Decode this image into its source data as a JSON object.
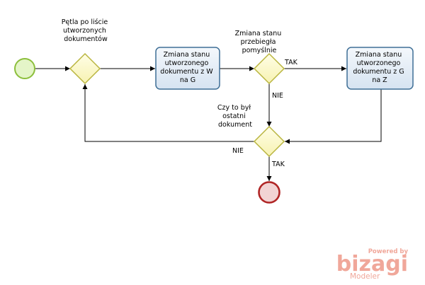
{
  "diagram": {
    "gateway_loop_label": [
      "Pętla po liście",
      "utworzonych",
      "dokumentów"
    ],
    "task1_lines": [
      "Zmiana stanu",
      "utworzonego",
      "dokumentu z W",
      "na G"
    ],
    "gateway_success_label": [
      "Zmiana stanu",
      "przebiegła",
      "pomyślnie"
    ],
    "task2_lines": [
      "Zmiana stanu",
      "utworzonego",
      "dokumentu z G",
      "na Z"
    ],
    "gateway_last_label": [
      "Czy to był",
      "ostatni",
      "dokument"
    ],
    "flow_yes_label": "TAK",
    "flow_no_label": "NIE",
    "flow_no_loop_label": "NIE",
    "flow_yes_end_label": "TAK"
  },
  "branding": {
    "powered_by": "Powered by",
    "name": "bizagi",
    "product": "Modeler"
  },
  "colors": {
    "start_fill": "#e4f5c8",
    "start_stroke": "#8cbf3c",
    "gateway_fill": "#fdfbcb",
    "gateway_stroke": "#b9b53f",
    "task_fill": "#e6eef8",
    "task_stroke": "#3f6f96",
    "end_fill": "#f2d4d4",
    "end_stroke": "#b02525",
    "flow": "#000000",
    "brand": "#f0a79a"
  }
}
